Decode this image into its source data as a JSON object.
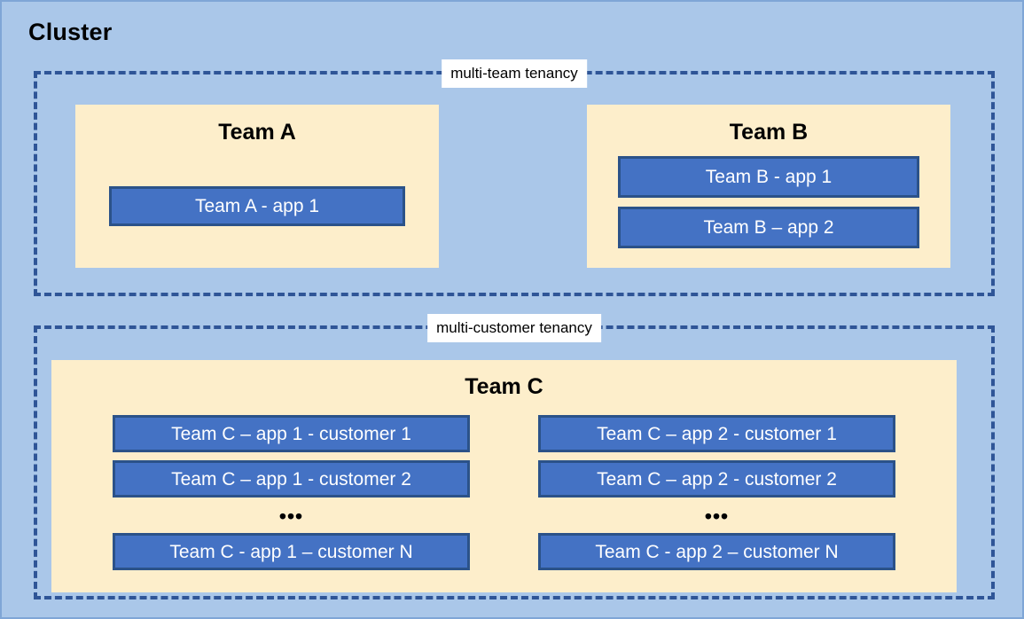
{
  "diagram": {
    "title": "Cluster",
    "colors": {
      "cluster_background": "#aac7e9",
      "cluster_border": "#7fa6d6",
      "tenancy_border": "#2f5597",
      "team_panel": "#fdeecb",
      "app_box_fill": "#4472c4",
      "app_box_border": "#2b5289",
      "app_box_text": "#ffffff",
      "label_background": "#ffffff"
    }
  },
  "groups": [
    {
      "id": "multi-team",
      "label": "multi-team tenancy",
      "teams": [
        {
          "id": "team-a",
          "title": "Team A",
          "apps": [
            {
              "label": "Team A - app 1"
            }
          ]
        },
        {
          "id": "team-b",
          "title": "Team B",
          "apps": [
            {
              "label": "Team B - app 1"
            },
            {
              "label": "Team B – app 2"
            }
          ]
        }
      ]
    },
    {
      "id": "multi-customer",
      "label": "multi-customer tenancy",
      "teams": [
        {
          "id": "team-c",
          "title": "Team C",
          "columns": [
            {
              "id": "app-1",
              "apps": [
                {
                  "label": "Team C – app 1 - customer 1"
                },
                {
                  "label": "Team C – app 1 - customer 2"
                }
              ],
              "ellipsis": "•••",
              "apps_after": [
                {
                  "label": "Team C - app 1 – customer N"
                }
              ]
            },
            {
              "id": "app-2",
              "apps": [
                {
                  "label": "Team C – app 2 - customer 1"
                },
                {
                  "label": "Team C – app 2 - customer 2"
                }
              ],
              "ellipsis": "•••",
              "apps_after": [
                {
                  "label": "Team C - app 2 – customer N"
                }
              ]
            }
          ]
        }
      ]
    }
  ]
}
